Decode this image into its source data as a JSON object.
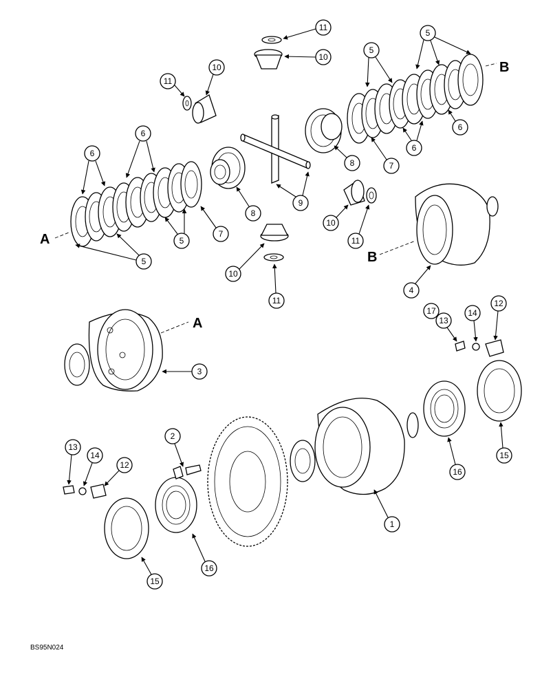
{
  "figure_code": "BS95N024",
  "reference_letters": {
    "a": "A",
    "b": "B"
  },
  "callouts": [
    "1",
    "2",
    "3",
    "4",
    "5",
    "6",
    "7",
    "8",
    "9",
    "10",
    "11",
    "12",
    "13",
    "14",
    "15",
    "16",
    "17"
  ]
}
